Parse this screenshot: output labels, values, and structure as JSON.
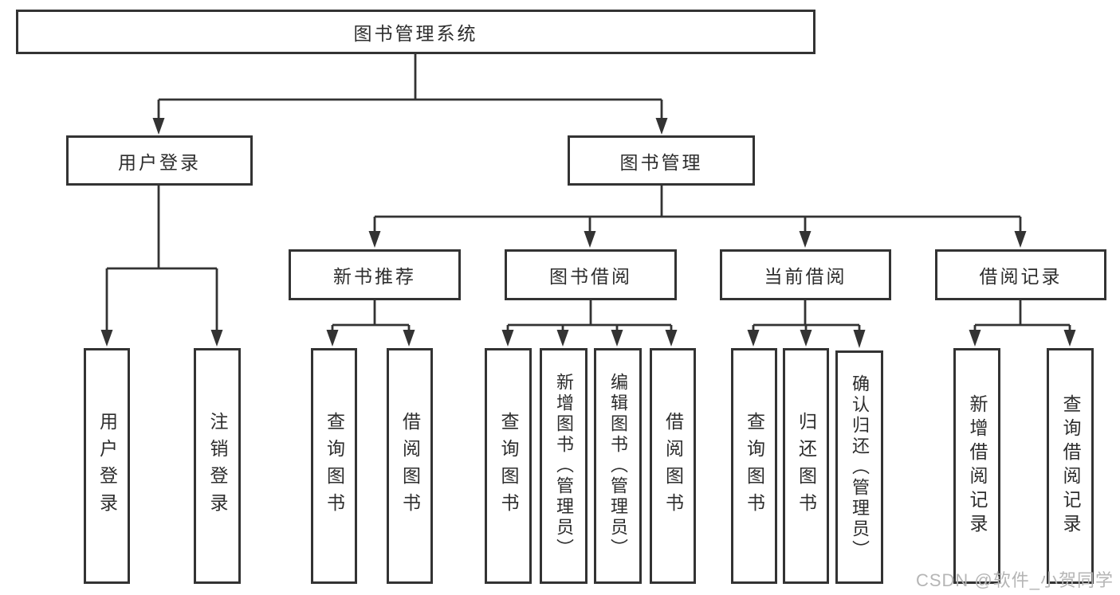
{
  "nodes": {
    "root": "图书管理系统",
    "user_login": "用户登录",
    "book_management": "图书管理",
    "new_book_recommendation": "新书推荐",
    "book_borrowing": "图书借阅",
    "current_borrowing": "当前借阅",
    "borrowing_records": "借阅记录",
    "ul_user_login": "用户登录",
    "ul_logout": "注销登录",
    "nbr_query_books": "查询图书",
    "nbr_borrow_books": "借阅图书",
    "bb_query_books": "查询图书",
    "bb_add_books_admin": "新增图书（管理员）",
    "bb_edit_books_admin": "编辑图书（管理员）",
    "bb_borrow_books": "借阅图书",
    "cb_query_books": "查询图书",
    "cb_return_books": "归还图书",
    "cb_confirm_return_admin": "确认归还（管理员）",
    "br_add_record": "新增借阅记录",
    "br_query_record": "查询借阅记录"
  },
  "hierarchy": {
    "图书管理系统": {
      "用户登录": [
        "用户登录",
        "注销登录"
      ],
      "图书管理": {
        "新书推荐": [
          "查询图书",
          "借阅图书"
        ],
        "图书借阅": [
          "查询图书",
          "新增图书（管理员）",
          "编辑图书（管理员）",
          "借阅图书"
        ],
        "当前借阅": [
          "查询图书",
          "归还图书",
          "确认归还（管理员）"
        ],
        "借阅记录": [
          "新增借阅记录",
          "查询借阅记录"
        ]
      }
    }
  },
  "watermark": "CSDN @软件_小贺同学",
  "colors": {
    "line": "#333333",
    "text": "#2d2d2d",
    "background": "#ffffff",
    "watermark": "#b5b5b5"
  }
}
